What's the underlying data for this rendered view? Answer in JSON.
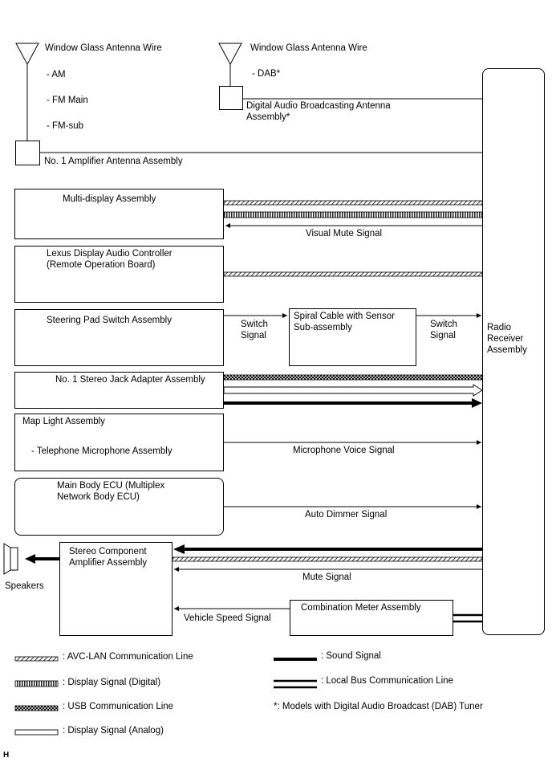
{
  "antennas": {
    "left": {
      "label": "Window Glass Antenna Wire",
      "bands": [
        "- AM",
        "- FM Main",
        "- FM-sub"
      ]
    },
    "right": {
      "label": "Window Glass Antenna Wire",
      "bands": [
        "- DAB*"
      ]
    }
  },
  "components": {
    "dab_antenna": "Digital Audio Broadcasting Antenna\nAssembly*",
    "amp_antenna": "No. 1 Amplifier Antenna Assembly",
    "multi_display": "Multi-display Assembly",
    "lexus_controller": "Lexus Display Audio Controller\n(Remote Operation Board)",
    "steering_pad": "Steering Pad Switch Assembly",
    "spiral_cable": "Spiral Cable with Sensor\nSub-assembly",
    "stereo_jack": "No. 1 Stereo Jack Adapter Assembly",
    "map_light": "Map Light Assembly",
    "telephone_mic": "- Telephone Microphone Assembly",
    "main_body_ecu": "Main Body ECU (Multiplex\nNetwork Body ECU)",
    "stereo_amp": "Stereo Component\nAmplifier Assembly",
    "combination_meter": "Combination Meter Assembly",
    "radio_receiver": "Radio\nReceiver\nAssembly",
    "speakers": "Speakers"
  },
  "signals": {
    "visual_mute": "Visual Mute Signal",
    "switch_1": "Switch\nSignal",
    "switch_2": "Switch\nSignal",
    "microphone_voice": "Microphone Voice Signal",
    "auto_dimmer": "Auto Dimmer Signal",
    "mute": "Mute Signal",
    "vehicle_speed": "Vehicle Speed Signal"
  },
  "legend": {
    "avc_lan": ": AVC-LAN Communication Line",
    "display_digital": ": Display Signal (Digital)",
    "usb": ": USB Communication Line",
    "display_analog": ": Display Signal (Analog)",
    "sound": ": Sound Signal",
    "local_bus": ": Local Bus Communication Line",
    "note": "*: Models with Digital Audio Broadcast (DAB) Tuner"
  },
  "corner_mark": "H"
}
